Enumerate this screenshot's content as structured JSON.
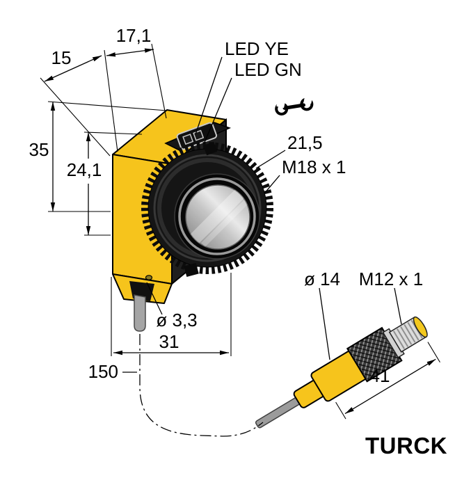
{
  "labels": {
    "dim_17_1": "17,1",
    "dim_15": "15",
    "dim_35": "35",
    "dim_24_1": "24,1",
    "dim_21_5": "21,5",
    "thread_lens": "M18 x 1",
    "dim_hole": "ø 3,3",
    "dim_31": "31",
    "dim_150": "150",
    "dim_o14": "ø 14",
    "thread_connector": "M12 x 1",
    "dim_41": "41",
    "led_yellow": "LED YE",
    "led_green": "LED GN"
  },
  "brand": {
    "logo_text": "TURCK"
  },
  "colors": {
    "housing_yellow": "#f6c41c",
    "outline_black": "#000000",
    "cable_gray": "#a5a5a5",
    "metal_gray": "#dcdcdc",
    "knurl_dark": "#2e2e2e"
  }
}
